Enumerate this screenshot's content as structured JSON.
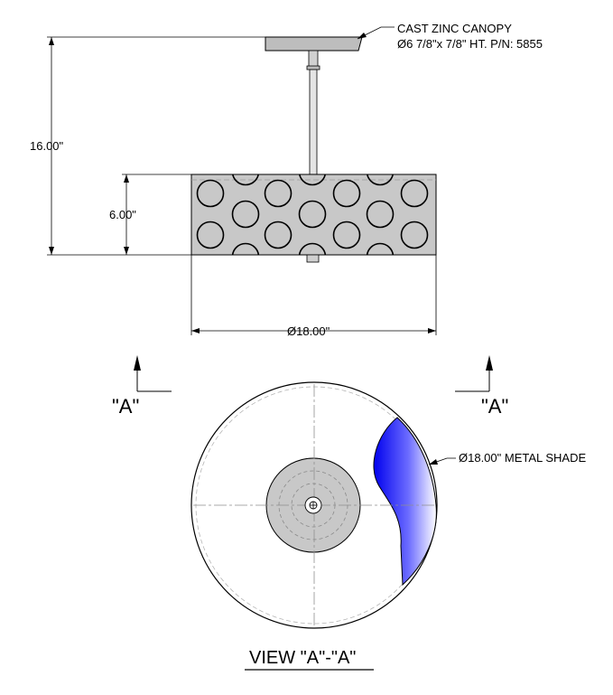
{
  "canopy": {
    "title": "CAST ZINC CANOPY",
    "spec": "Ø6 7/8\"x 7/8\" HT. P/N: 5855"
  },
  "dimensions": {
    "overall_height": "16.00\"",
    "shade_height": "6.00\"",
    "shade_diameter": "Ø18.00\""
  },
  "section_markers": {
    "left": "\"A\"",
    "right": "\"A\""
  },
  "plan_view": {
    "shade_callout": "Ø18.00\" METAL SHADE",
    "title": "VIEW \"A\"-\"A\""
  },
  "colors": {
    "line": "#000000",
    "metal_fill": "#c8c8c8",
    "canopy_fill": "#bdbdbd",
    "center_line": "#9a9a9a",
    "cutaway_blue": "#1a1aff"
  },
  "icons": {
    "section_arrow": "arrow-up-icon",
    "center_mount": "crosshair-icon"
  }
}
